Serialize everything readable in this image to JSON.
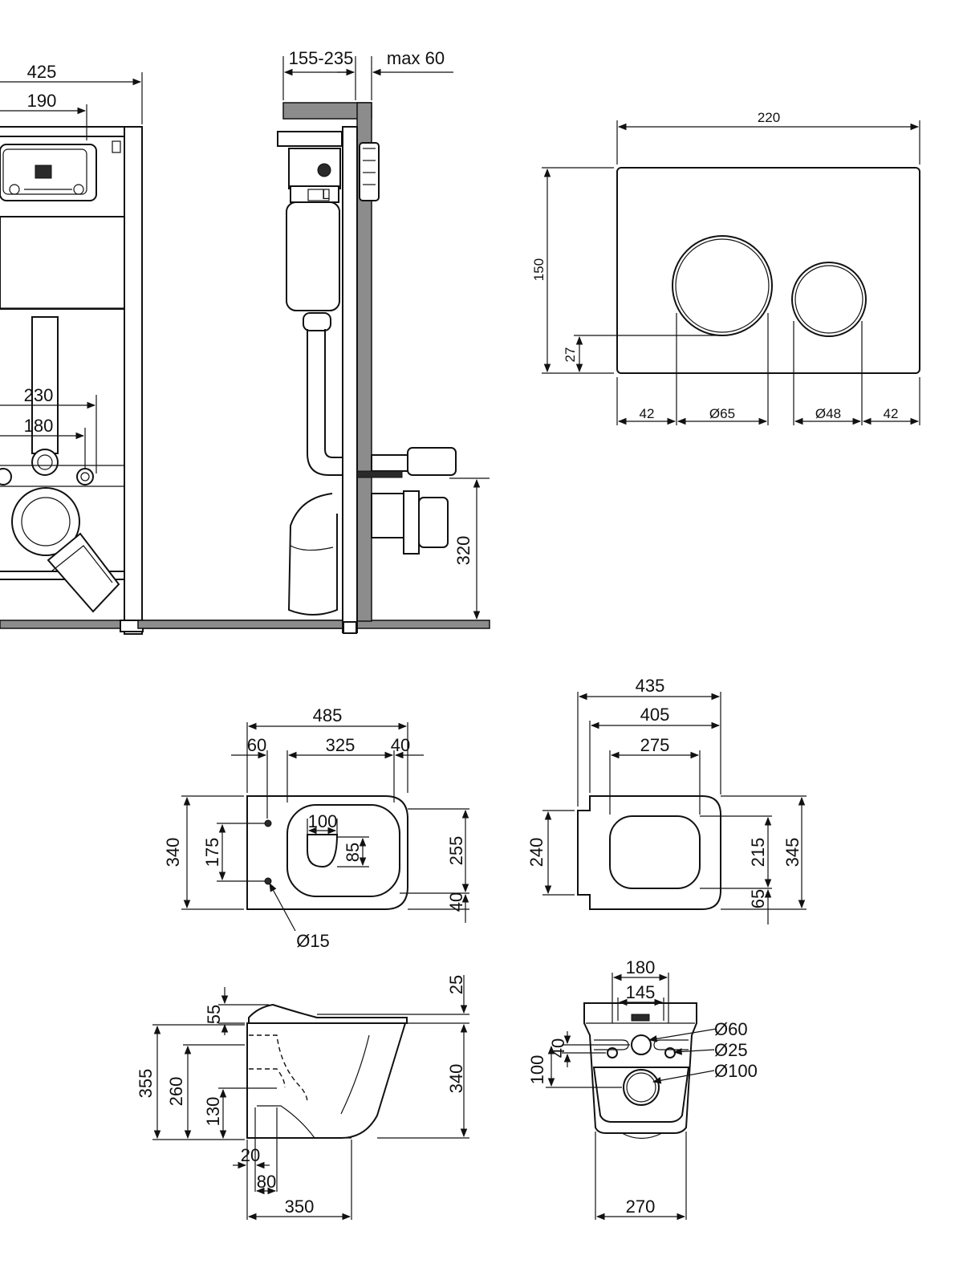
{
  "frame_front": {
    "width": "425",
    "cistern_width": "190",
    "bolt_span_outer": "230",
    "bolt_span_inner": "180"
  },
  "frame_side": {
    "depth_range": "155-235",
    "max_wall": "max 60",
    "outlet_height": "320"
  },
  "flush_plate": {
    "width": "220",
    "height": "150",
    "button_offset": "27",
    "margin_left": "42",
    "big_button": "Ø65",
    "small_button": "Ø48",
    "margin_right": "42"
  },
  "bowl_top": {
    "length": "485",
    "rear": "60",
    "seat_area": "325",
    "front": "40",
    "depth": "340",
    "hole_span": "175",
    "opening_w": "100",
    "opening_h": "85",
    "inner_depth": "255",
    "front_gap": "40",
    "hole_dia": "Ø15"
  },
  "seat_top": {
    "length": "435",
    "outer": "405",
    "inner": "275",
    "rear_h": "240",
    "inner_h": "215",
    "total_h": "345",
    "bottom": "65"
  },
  "bowl_side": {
    "seat_h": "55",
    "top_offset": "25",
    "height": "355",
    "upper": "260",
    "lower": "130",
    "body_h": "340",
    "base_offset": "20",
    "base_width": "80",
    "length": "350"
  },
  "bowl_rear": {
    "outer_span": "180",
    "inner_span": "145",
    "offset_a": "40",
    "offset_b": "100",
    "d60": "Ø60",
    "d25": "Ø25",
    "d100": "Ø100",
    "width": "270"
  }
}
